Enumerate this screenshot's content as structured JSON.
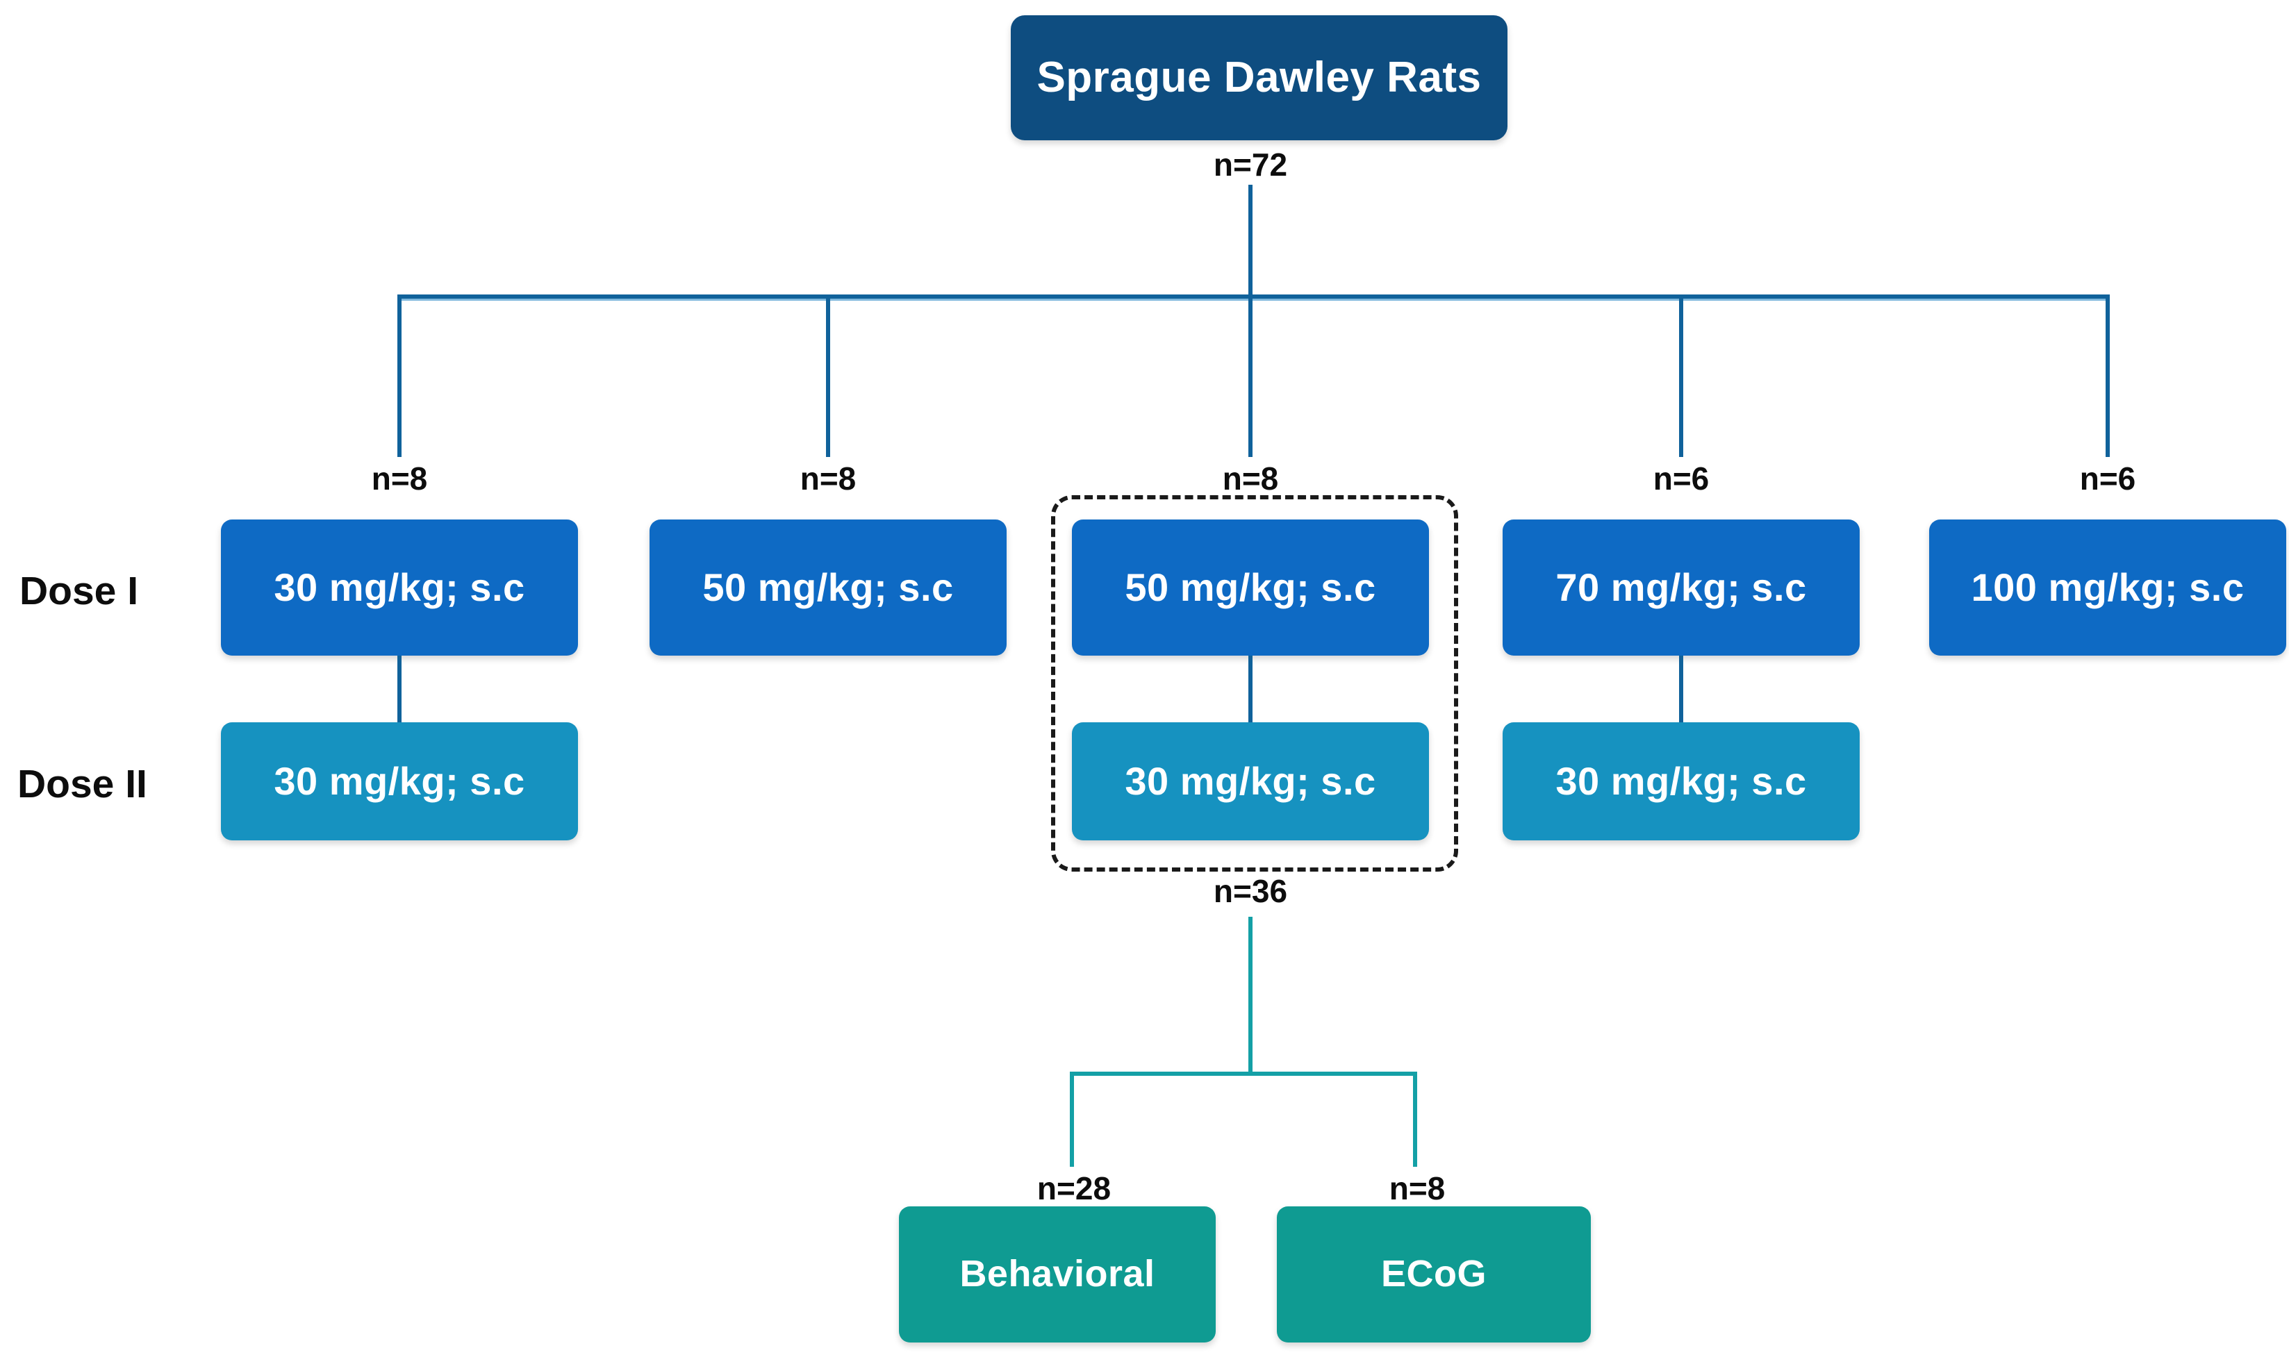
{
  "figure": {
    "title_box": {
      "label": "Sprague Dawley Rats",
      "count": "n=72"
    },
    "row_labels": {
      "dose1": "Dose I",
      "dose2": "Dose II"
    },
    "columns": [
      {
        "count": "n=8",
        "dose1": "30 mg/kg; s.c",
        "dose2": "30 mg/kg; s.c",
        "highlighted": false
      },
      {
        "count": "n=8",
        "dose1": "50 mg/kg; s.c",
        "highlighted": false
      },
      {
        "count": "n=8",
        "dose1": "50 mg/kg; s.c",
        "dose2": "30 mg/kg; s.c",
        "highlighted": true
      },
      {
        "count": "n=6",
        "dose1": "70 mg/kg; s.c",
        "dose2": "30 mg/kg; s.c",
        "highlighted": false
      },
      {
        "count": "n=6",
        "dose1": "100 mg/kg; s.c",
        "highlighted": false
      }
    ],
    "followup": {
      "count": "n=36",
      "branches": [
        {
          "count": "n=28",
          "label": "Behavioral"
        },
        {
          "count": "n=8",
          "label": "ECoG"
        }
      ]
    },
    "colors": {
      "root_box": "#0E4D80",
      "dose1_box": "#0E6AC4",
      "dose2_box": "#1692C0",
      "outcome_box": "#0F9B92",
      "connector_blue": "#10629B",
      "connector_teal": "#14A0A6",
      "label_text": "#0D0D0D",
      "box_text": "#FFFFFF",
      "highlight_border": "#1A1A1A"
    }
  }
}
